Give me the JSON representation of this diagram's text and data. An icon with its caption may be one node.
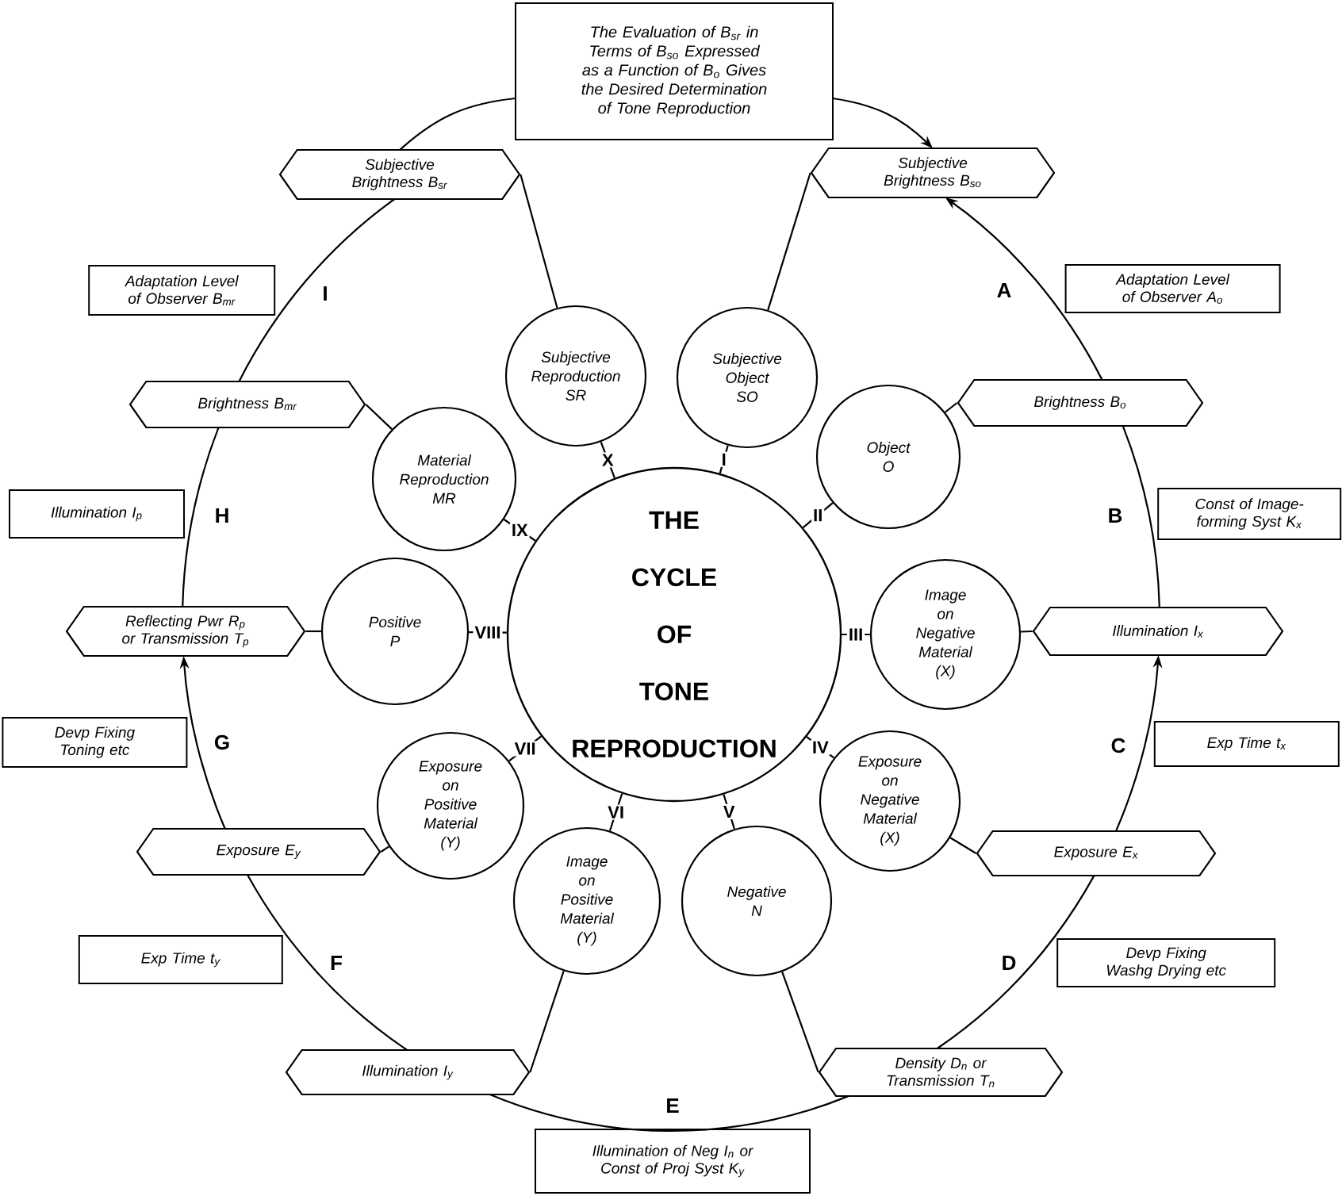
{
  "diagram": {
    "nodes": [
      {
        "text": [
          "The Evaluation of B$_{sr}$ in Terms of B$_{so}$ Expressed as a Function of B$_{o}$ Gives the Desired Determination of Tone Reproduction"
        ]
      },
      {
        "text": [
          "Subjective Brightness B$_{sr}$"
        ]
      },
      {
        "text": [
          "Subjective Brightness B$_{so}$"
        ]
      },
      {
        "text": [
          "Adaptation Level of Observer B$_{mr}$"
        ]
      },
      {
        "text": [
          "Adaptation Level of Observer A$_{o}$"
        ]
      },
      {
        "text": [
          "Brightness B$_{mr}$"
        ]
      },
      {
        "text": [
          "Brightness B$_{o}$"
        ]
      },
      {
        "text": [
          "Illumination I$_{p}$"
        ]
      },
      {
        "text": [
          "Const of Image-forming Syst K$_{x}$"
        ]
      },
      {
        "text": [
          "Reflecting Pwr R$_{p}$ or Transmission T$_{p}$"
        ]
      },
      {
        "text": [
          "Illumination I$_{x}$"
        ]
      },
      {
        "text": [
          "Devp Fixing Toning etc"
        ]
      },
      {
        "text": [
          "Exp Time t$_{x}$"
        ]
      },
      {
        "text": [
          "Exposure E$_{y}$"
        ]
      },
      {
        "text": [
          "Exposure E$_{x}$"
        ]
      },
      {
        "text": [
          "Exp Time t$_{y}$"
        ]
      },
      {
        "text": [
          "Devp Fixing Washg Drying etc"
        ]
      },
      {
        "text": [
          "Illumination I$_{y}$"
        ]
      },
      {
        "text": [
          "Density D$_{n}$ or Transmission T$_{n}$"
        ]
      },
      {
        "text": [
          "Illumination of Neg I$_{n}$ or Const of Proj Syst K$_{y}$"
        ]
      },
      {
        "text": [
          "THE CYCLE OF TONE REPRODUCTION"
        ]
      },
      {
        "text": [
          "Subjective Reproduction SR"
        ]
      },
      {
        "text": [
          "Subjective Object SO"
        ]
      },
      {
        "text": [
          "Material Reproduction MR"
        ]
      },
      {
        "text": [
          "Object O"
        ]
      },
      {
        "text": [
          "Positive P"
        ]
      },
      {
        "text": [
          "Image on Negative Material (X)"
        ]
      },
      {
        "text": [
          "Exposure on Positive Material (Y)"
        ]
      },
      {
        "text": [
          "Exposure on Negative Material (X)"
        ]
      },
      {
        "text": [
          "Image on Positive Material (Y)"
        ]
      },
      {
        "text": [
          "Negative N"
        ]
      }
    ],
    "edges": [
      {
        "from": 0,
        "to": 2,
        "arrow": "to"
      },
      {
        "from": 1,
        "to": 0,
        "arrow": "none"
      },
      {
        "from": 6,
        "to": 2,
        "arrow": "to"
      },
      {
        "from": 6,
        "to": 10,
        "arrow": "none"
      },
      {
        "from": 14,
        "to": 10,
        "arrow": "to"
      },
      {
        "from": 14,
        "to": 18,
        "arrow": "none"
      },
      {
        "from": 18,
        "to": 17,
        "arrow": "none"
      },
      {
        "from": 17,
        "to": 13,
        "arrow": "none"
      },
      {
        "from": 13,
        "to": 9,
        "arrow": "to"
      },
      {
        "from": 9,
        "to": 5,
        "arrow": "none"
      },
      {
        "from": 5,
        "to": 1,
        "arrow": "none"
      },
      {
        "from": 21,
        "to": 1,
        "arrow": "none"
      },
      {
        "from": 22,
        "to": 2,
        "arrow": "none"
      },
      {
        "from": 23,
        "to": 5,
        "arrow": "none"
      },
      {
        "from": 24,
        "to": 6,
        "arrow": "none"
      },
      {
        "from": 25,
        "to": 9,
        "arrow": "none"
      },
      {
        "from": 26,
        "to": 10,
        "arrow": "none"
      },
      {
        "from": 27,
        "to": 13,
        "arrow": "none"
      },
      {
        "from": 28,
        "to": 14,
        "arrow": "none"
      },
      {
        "from": 29,
        "to": 17,
        "arrow": "none"
      },
      {
        "from": 30,
        "to": 18,
        "arrow": "none"
      },
      {
        "from": 20,
        "to": 22,
        "arrow": "none",
        "label": "I"
      },
      {
        "from": 20,
        "to": 24,
        "arrow": "none",
        "label": "II"
      },
      {
        "from": 20,
        "to": 26,
        "arrow": "none",
        "label": "III"
      },
      {
        "from": 20,
        "to": 28,
        "arrow": "none",
        "label": "IV"
      },
      {
        "from": 20,
        "to": 30,
        "arrow": "none",
        "label": "V"
      },
      {
        "from": 20,
        "to": 29,
        "arrow": "none",
        "label": "VI"
      },
      {
        "from": 20,
        "to": 27,
        "arrow": "none",
        "label": "VII"
      },
      {
        "from": 20,
        "to": 25,
        "arrow": "none",
        "label": "VIII"
      },
      {
        "from": 20,
        "to": 23,
        "arrow": "none",
        "label": "IX"
      },
      {
        "from": 20,
        "to": 21,
        "arrow": "none",
        "label": "X"
      }
    ],
    "labels": [
      "I",
      "A",
      "H",
      "B",
      "G",
      "C",
      "F",
      "D",
      "E"
    ]
  }
}
